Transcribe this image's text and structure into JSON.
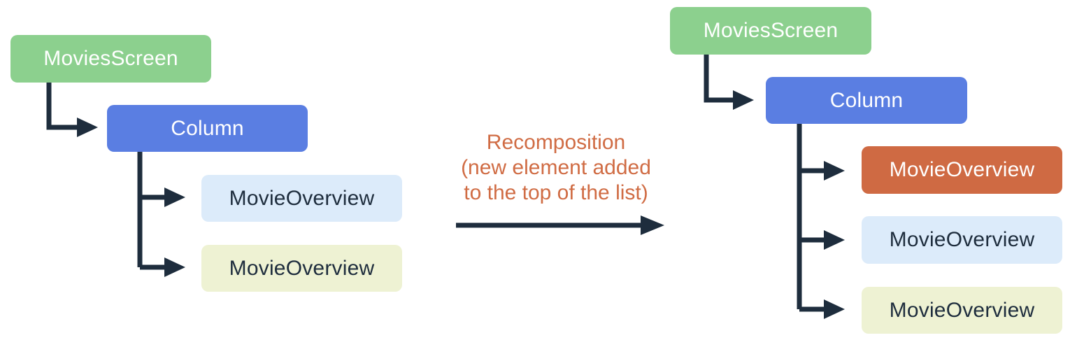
{
  "colors": {
    "green": "#8cd08e",
    "blue": "#5a7ee2",
    "orange": "#cf6a43",
    "light_blue": "#dcebfa",
    "light_yellow": "#eef2d3",
    "connector": "#1e2d3d",
    "label_orange": "#d06c44",
    "text_light": "#ffffff",
    "text_dark": "#1e2d3d"
  },
  "left_tree": {
    "nodes": [
      {
        "label": "MoviesScreen",
        "color": "#8cd08e"
      },
      {
        "label": "Column",
        "color": "#5a7ee2"
      },
      {
        "label": "MovieOverview",
        "color": "#dcebfa"
      },
      {
        "label": "MovieOverview",
        "color": "#eef2d3"
      }
    ]
  },
  "center": {
    "caption_lines": [
      "Recomposition",
      "(new element added",
      "to the top of the list)"
    ]
  },
  "right_tree": {
    "nodes": [
      {
        "label": "MoviesScreen",
        "color": "#8cd08e"
      },
      {
        "label": "Column",
        "color": "#5a7ee2"
      },
      {
        "label": "MovieOverview",
        "color": "#cf6a43"
      },
      {
        "label": "MovieOverview",
        "color": "#dcebfa"
      },
      {
        "label": "MovieOverview",
        "color": "#eef2d3"
      }
    ]
  }
}
